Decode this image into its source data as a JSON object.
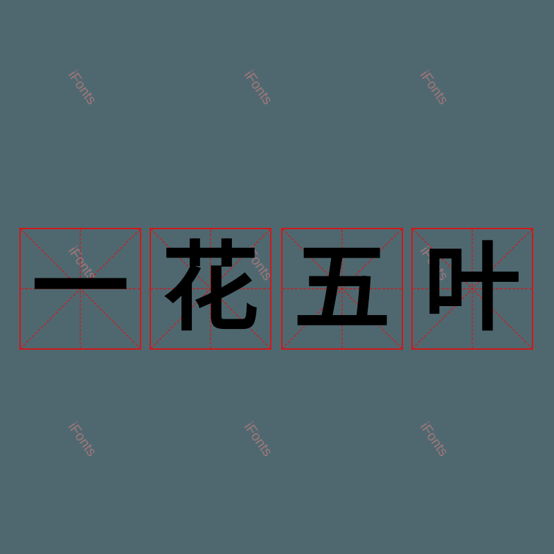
{
  "watermark": "iFonts",
  "phrase": [
    "一",
    "花",
    "五",
    "叶"
  ],
  "colors": {
    "background": "#4f6870",
    "grid": "#d01818",
    "glyph": "#000000",
    "watermark": "#b07a7a"
  }
}
